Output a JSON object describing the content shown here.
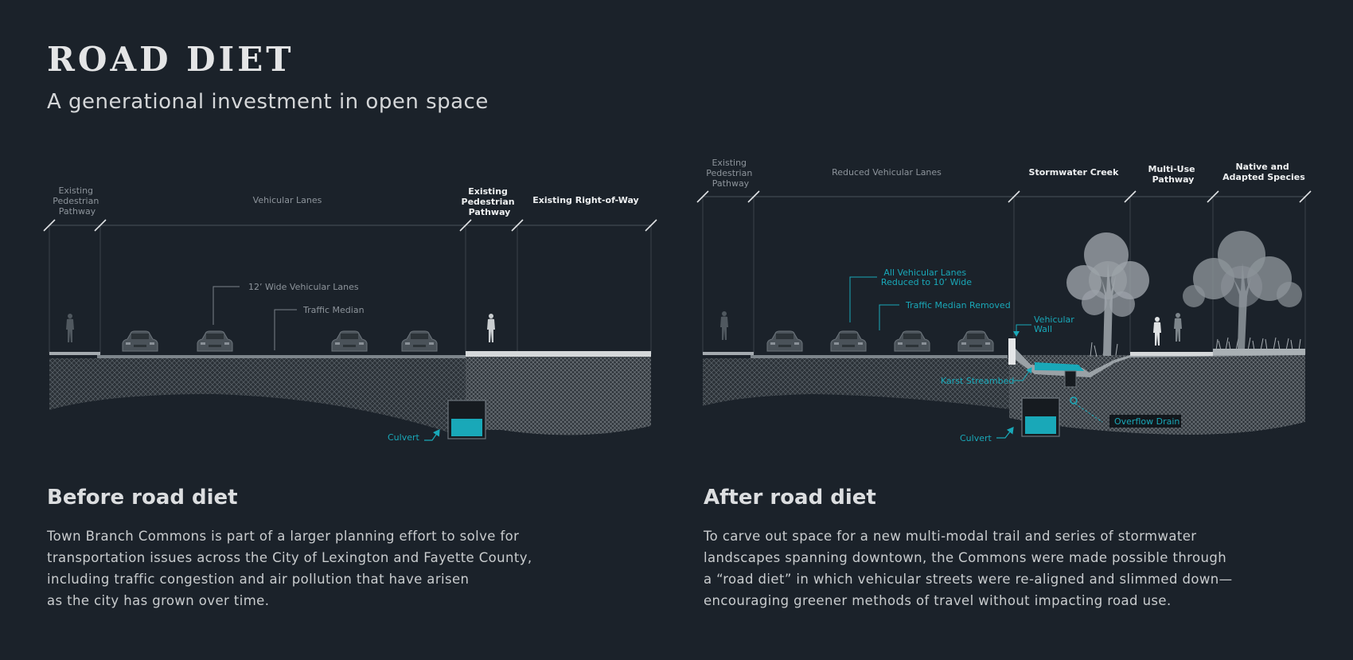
{
  "header": {
    "title": "ROAD DIET",
    "subtitle": "A generational investment in open space"
  },
  "before": {
    "heading": "Before road diet",
    "body_lines": [
      "Town Branch Commons is part of a larger planning effort to solve for",
      "transportation issues across the City of Lexington and Fayette County,",
      "including traffic congestion and air pollution that have arisen",
      "as the city has grown over time."
    ],
    "segments": {
      "ped_left": [
        "Existing",
        "Pedestrian",
        "Pathway"
      ],
      "lanes": "Vehicular Lanes",
      "ped_right": [
        "Existing",
        "Pedestrian",
        "Pathway"
      ],
      "row": "Existing Right-of-Way"
    },
    "callouts": {
      "lanes": "12’ Wide Vehicular Lanes",
      "median": "Traffic Median",
      "culvert": "Culvert"
    }
  },
  "after": {
    "heading": "After road diet",
    "body_lines": [
      "To carve out space for a new multi-modal trail and series of stormwater",
      "landscapes spanning downtown, the Commons were made possible through",
      "a “road diet” in which vehicular streets were re-aligned and slimmed down—",
      "encouraging greener methods of travel without impacting road use."
    ],
    "segments": {
      "ped_left": [
        "Existing",
        "Pedestrian",
        "Pathway"
      ],
      "lanes": "Reduced Vehicular Lanes",
      "creek": "Stormwater Creek",
      "multi_use": [
        "Multi-Use",
        "Pathway"
      ],
      "native": [
        "Native and",
        "Adapted Species"
      ]
    },
    "callouts": {
      "lanes": [
        "All Vehicular Lanes",
        "Reduced to 10’ Wide"
      ],
      "median": "Traffic Median Removed",
      "wall": [
        "Vehicular",
        "Wall"
      ],
      "karst": "Karst Streambed",
      "overflow": "Overflow Drain",
      "culvert": "Culvert"
    }
  },
  "colors": {
    "background": "#1b222a",
    "accent": "#19a8b8",
    "ground": "#3c444b",
    "road": "#8e959b"
  }
}
